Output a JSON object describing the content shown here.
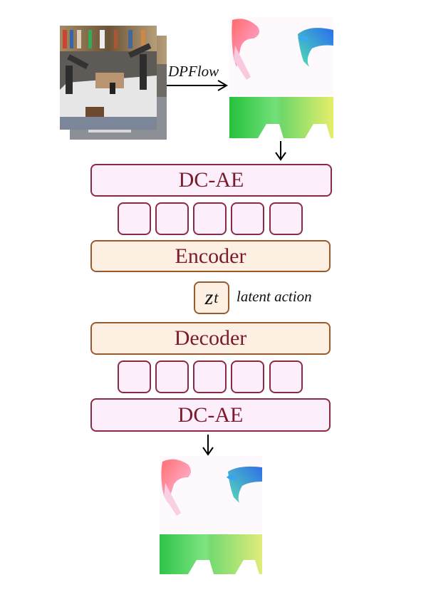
{
  "flow_method_label": "DPFlow",
  "boxes": {
    "dcae_top": "DC-AE",
    "encoder": "Encoder",
    "decoder": "Decoder",
    "dcae_bottom": "DC-AE"
  },
  "latent": {
    "symbol": "z",
    "subscript": "t",
    "label": "latent action"
  },
  "colors": {
    "dcae_fill": "#fceefb",
    "dcae_border": "#8a2a44",
    "coder_fill": "#fdefe2",
    "coder_border": "#9a5a2e",
    "text": "#7a1a2a"
  }
}
